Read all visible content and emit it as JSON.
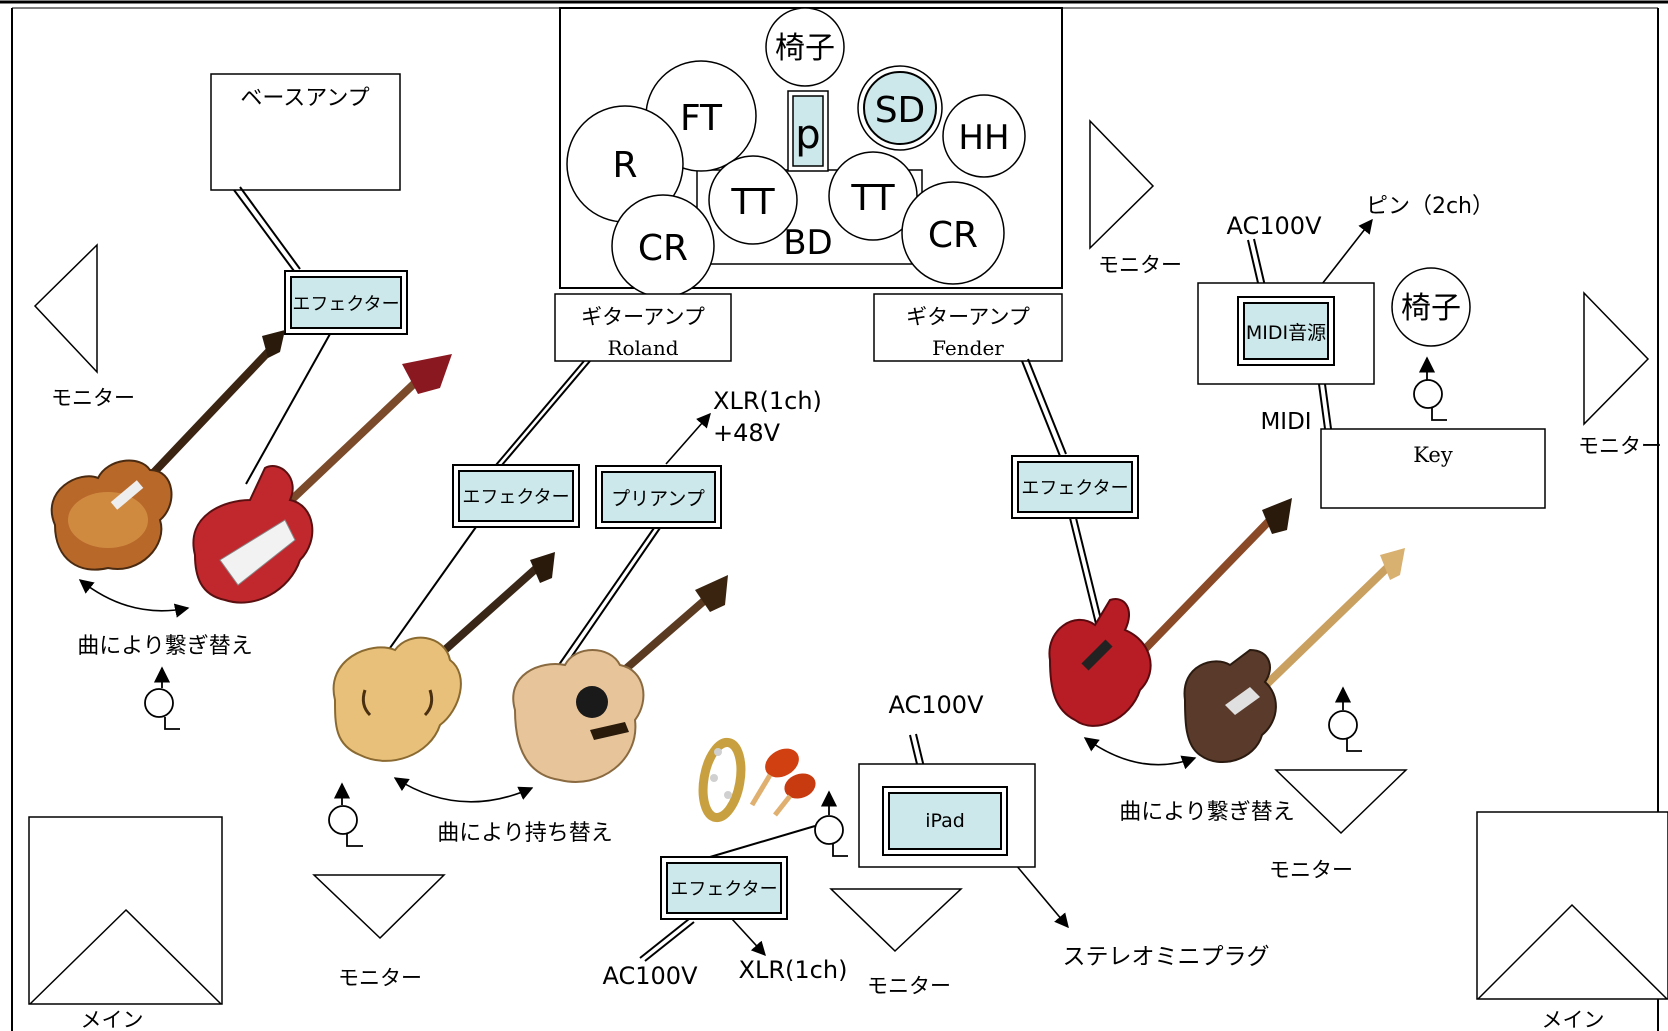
{
  "drum_kit": {
    "chair": "椅子",
    "ft": "FT",
    "r": "R",
    "pedal": "p",
    "sd": "SD",
    "hh": "HH",
    "tt1": "TT",
    "tt2": "TT",
    "bd": "BD",
    "cr1": "CR",
    "cr2": "CR"
  },
  "bass_amp": "ベースアンプ",
  "guitar_amp_roland": {
    "title": "ギターアンプ",
    "brand": "Roland"
  },
  "guitar_amp_fender": {
    "title": "ギターアンプ",
    "brand": "Fender"
  },
  "effectors": {
    "bass": "エフェクター",
    "roland": "エフェクター",
    "fender": "エフェクター",
    "center": "エフェクター"
  },
  "preamp": "プリアンプ",
  "preamp_out": [
    "XLR(1ch)",
    "+48V"
  ],
  "midi_module": "MIDI音源",
  "midi_ac": "AC100V",
  "midi_out": "ピン（2ch）",
  "midi_label": "MIDI",
  "key_label": "Key",
  "key_chair": "椅子",
  "ipad": "iPad",
  "ipad_ac": "AC100V",
  "ipad_out": "ステレオミニプラグ",
  "center_ac": "AC100V",
  "center_xlr": "XLR(1ch)",
  "captions": {
    "bass_swap": "曲により繋ぎ替え",
    "acoustic_swap": "曲により持ち替え",
    "electric_swap": "曲により繋ぎ替え"
  },
  "monitors": {
    "left": "モニター",
    "top_center": "モニター",
    "far_right": "モニター",
    "bottom_left": "モニター",
    "bottom_center": "モニター",
    "bottom_right": "モニター"
  },
  "mains": {
    "left": "メイン",
    "right": "メイン"
  },
  "colors": {
    "accent": "#cce8ea",
    "line": "#000000",
    "sunburst": "#b8692a",
    "cherry": "#c0282e",
    "natural": "#e8c07a",
    "walnut": "#5a3a2a"
  }
}
